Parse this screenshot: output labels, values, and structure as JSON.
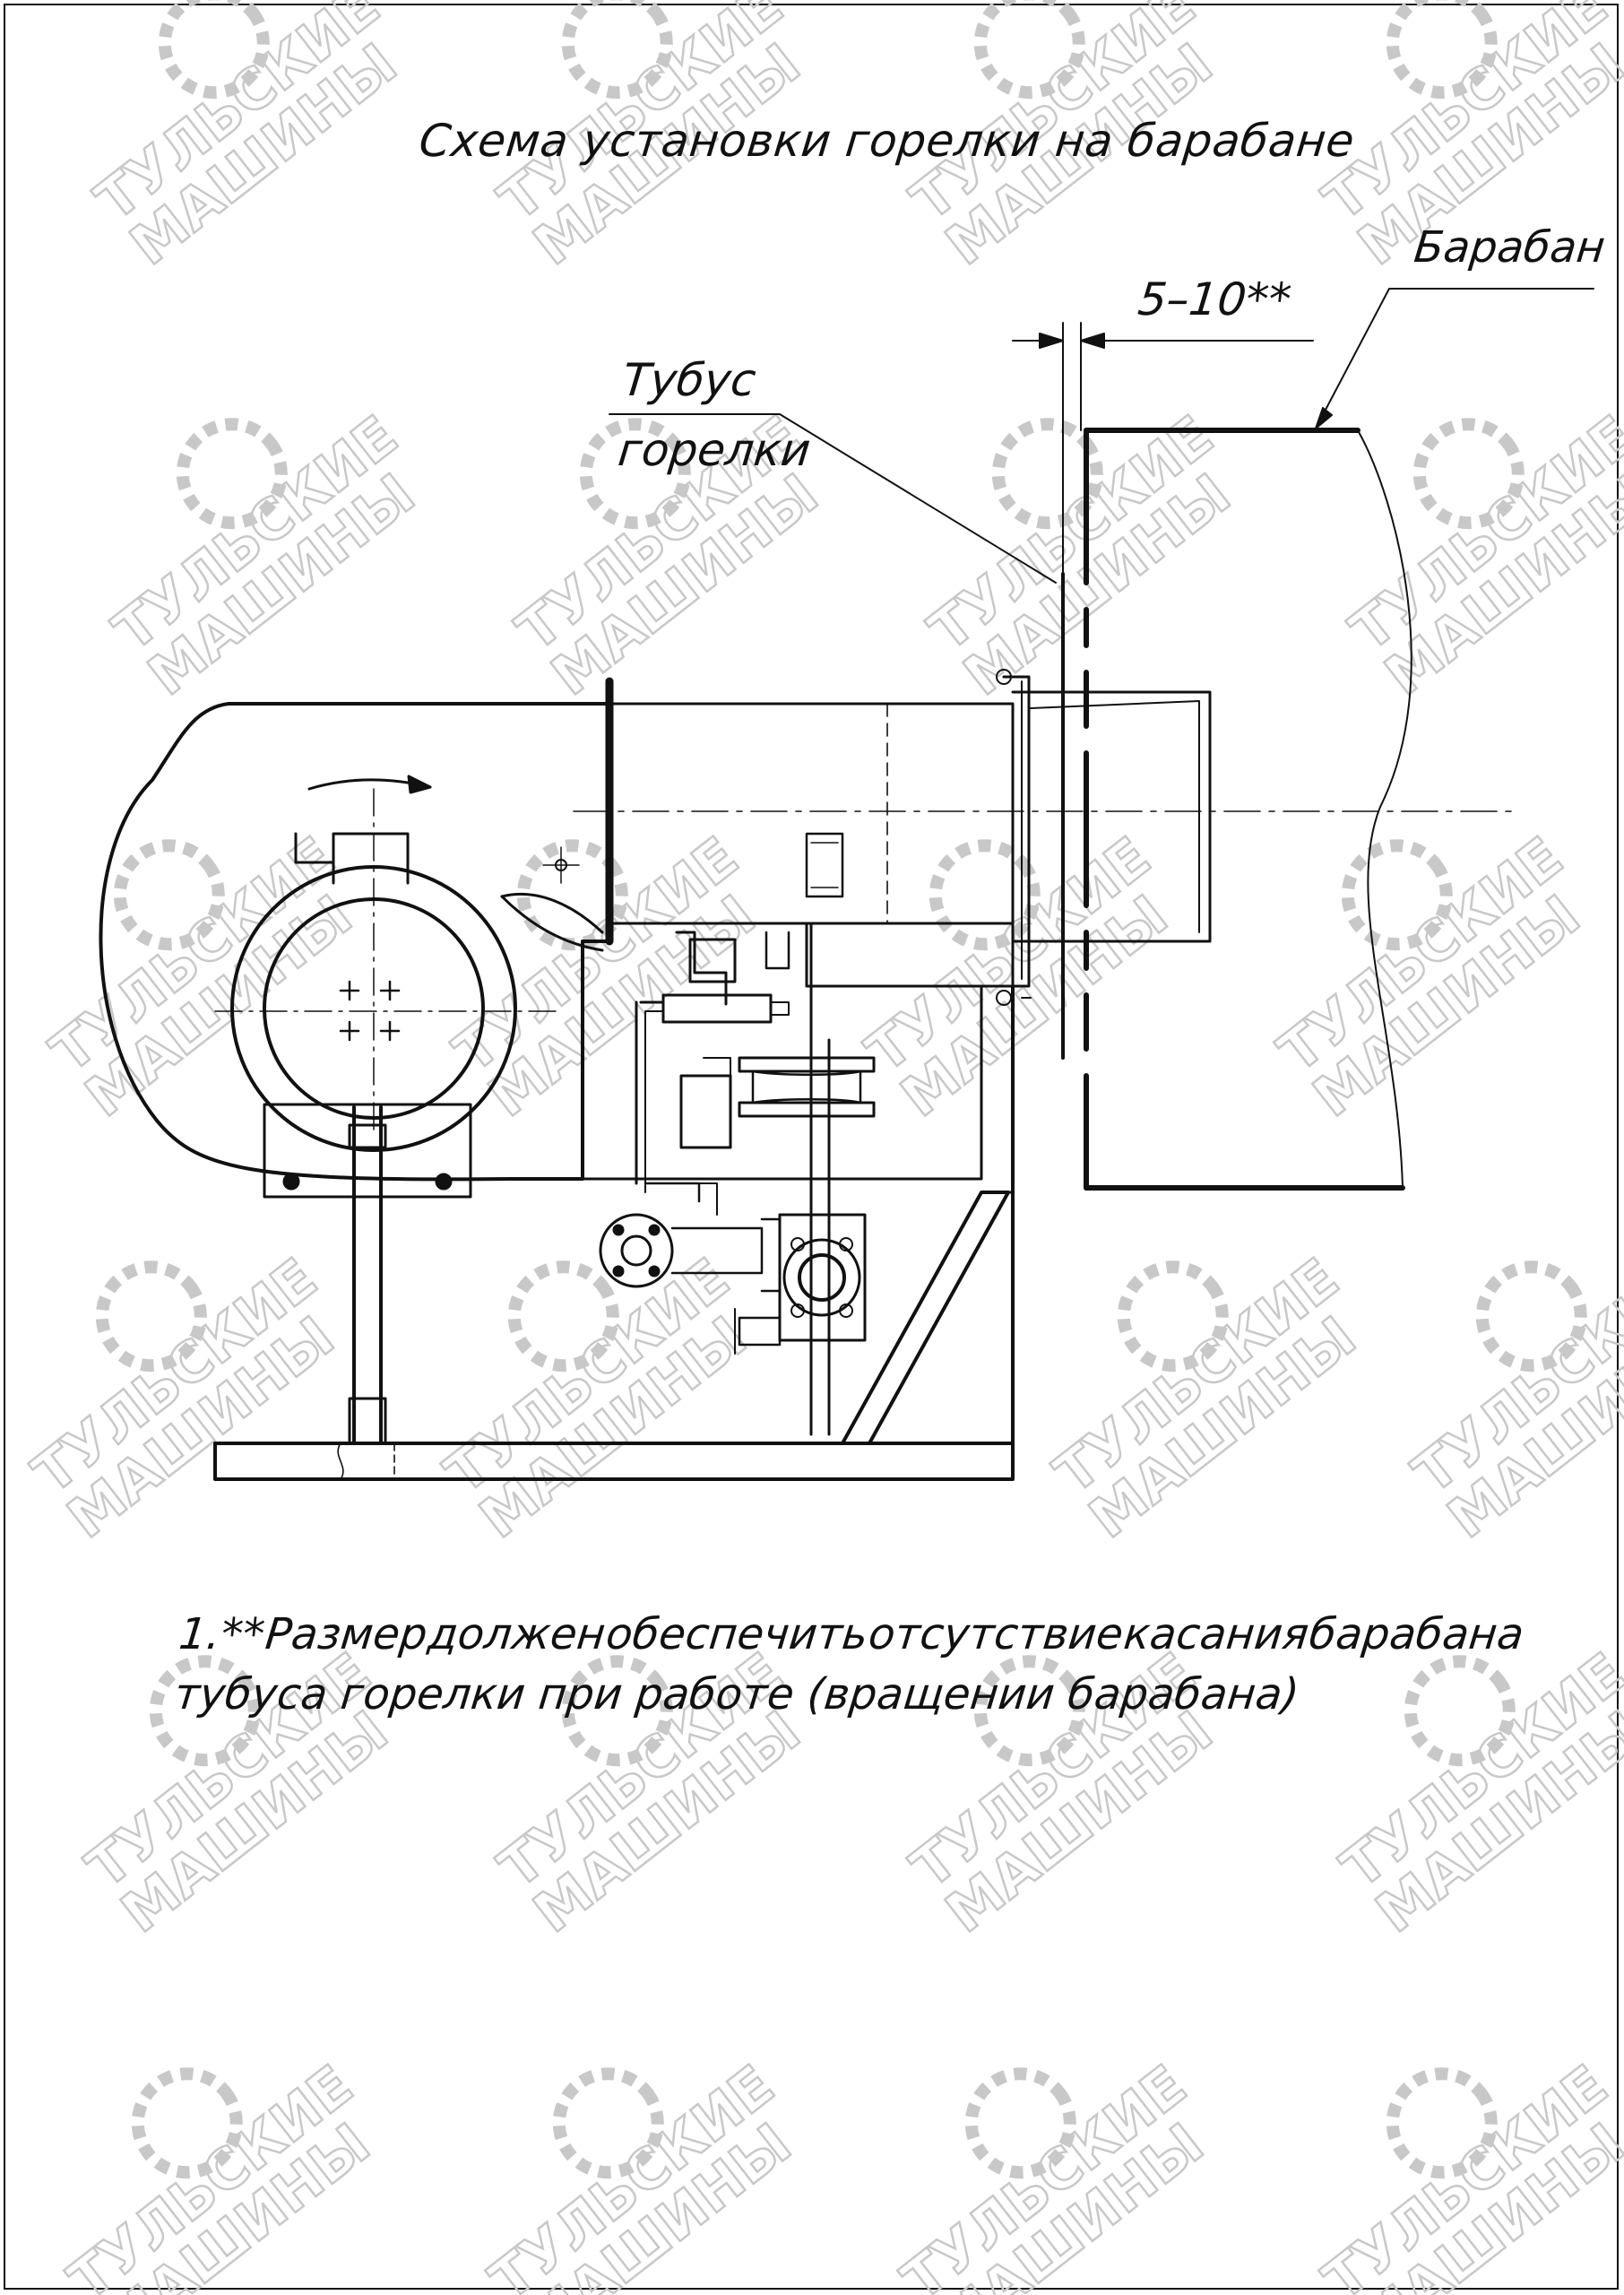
{
  "title": "Схема установки горелки на барабане",
  "labels": {
    "drum": "Барабан",
    "clearance": "5–10**",
    "tube_line1": "Тубус",
    "tube_line2": "горелки"
  },
  "note": {
    "line1_words": [
      "1.",
      "**",
      "Размер",
      "должен",
      "обеспечить",
      "отсутствие",
      "касания",
      "барабана"
    ],
    "line2": "тубуса горелки при работе (вращении барабана)"
  },
  "watermark": {
    "line1": "ТУЛЬСКИЕ",
    "line2": "МАШИНЫ",
    "color": "#c8c8c8"
  },
  "colors": {
    "line": "#111111",
    "background": "#ffffff"
  }
}
